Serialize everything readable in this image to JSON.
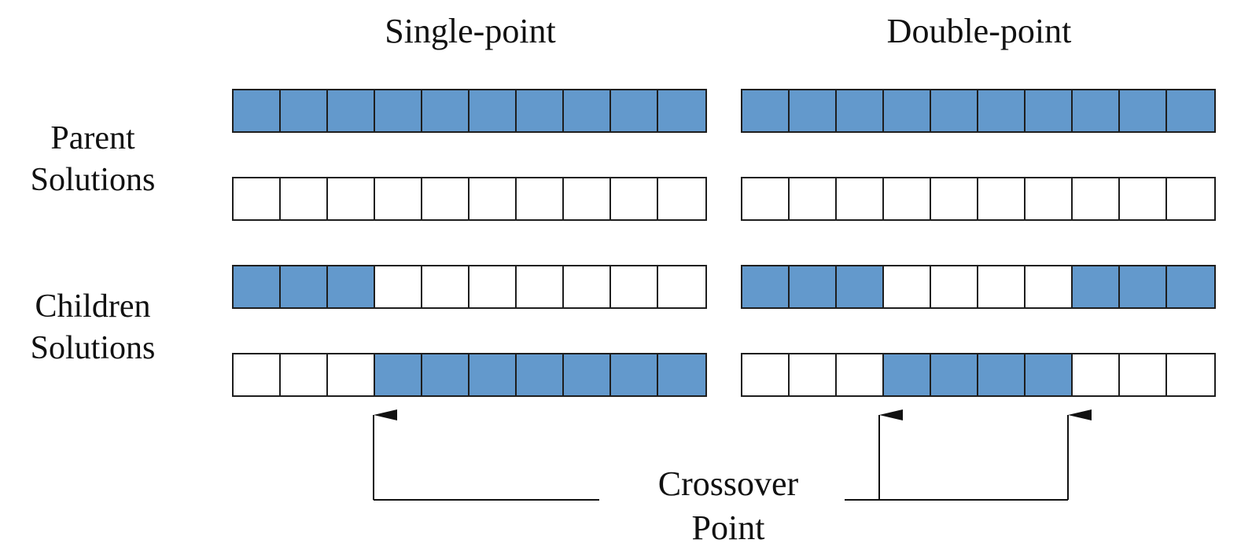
{
  "colors": {
    "filled_gene": "#6399cc",
    "empty_gene": "#ffffff",
    "outline": "#1e1e1e"
  },
  "titles": {
    "single": "Single-point",
    "double": "Double-point"
  },
  "labels": {
    "parents": [
      "Parent",
      "Solutions"
    ],
    "children": [
      "Children",
      "Solutions"
    ],
    "crossover": [
      "Crossover",
      "Point"
    ]
  },
  "single_point": {
    "parent1": [
      1,
      1,
      1,
      1,
      1,
      1,
      1,
      1,
      1,
      1
    ],
    "parent2": [
      0,
      0,
      0,
      0,
      0,
      0,
      0,
      0,
      0,
      0
    ],
    "child1": [
      1,
      1,
      1,
      0,
      0,
      0,
      0,
      0,
      0,
      0
    ],
    "child2": [
      0,
      0,
      0,
      1,
      1,
      1,
      1,
      1,
      1,
      1
    ],
    "crossover_after_gene": [
      3
    ]
  },
  "double_point": {
    "parent1": [
      1,
      1,
      1,
      1,
      1,
      1,
      1,
      1,
      1,
      1
    ],
    "parent2": [
      0,
      0,
      0,
      0,
      0,
      0,
      0,
      0,
      0,
      0
    ],
    "child1": [
      1,
      1,
      1,
      0,
      0,
      0,
      0,
      1,
      1,
      1
    ],
    "child2": [
      0,
      0,
      0,
      1,
      1,
      1,
      1,
      0,
      0,
      0
    ],
    "crossover_after_gene": [
      3,
      7
    ]
  }
}
